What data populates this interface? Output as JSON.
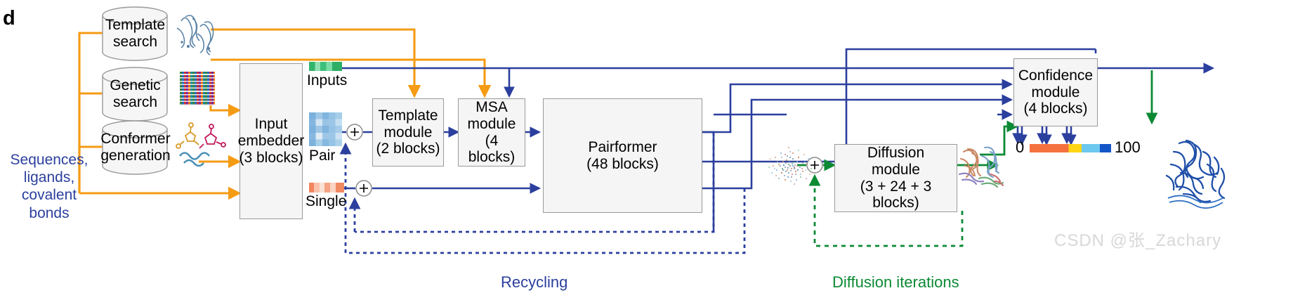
{
  "figure": {
    "panel_letter": "d",
    "watermark": "CSDN @张_Zachary"
  },
  "inputs_label": {
    "line1": "Sequences,",
    "line2": "ligands,",
    "line3": "covalent",
    "line4": "bonds",
    "color": "#2b3f9e"
  },
  "databases": [
    {
      "name": "template-search",
      "line1": "Template",
      "line2": "search"
    },
    {
      "name": "genetic-search",
      "line1": "Genetic",
      "line2": "search"
    },
    {
      "name": "conformer-generation",
      "line1": "Conformer",
      "line2": "generation"
    }
  ],
  "modules": [
    {
      "name": "input-embedder",
      "line1": "Input",
      "line2": "embedder",
      "line3": "(3 blocks)"
    },
    {
      "name": "template-module",
      "line1": "Template",
      "line2": "module",
      "line3": "(2 blocks)"
    },
    {
      "name": "msa-module",
      "line1": "MSA",
      "line2": "module",
      "line3": "(4 blocks)"
    },
    {
      "name": "pairformer",
      "line1": "Pairformer",
      "line2": "(48 blocks)",
      "line3": ""
    },
    {
      "name": "diffusion-module",
      "line1": "Diffusion",
      "line2": "module",
      "line3": "(3 + 24 + 3 blocks)"
    },
    {
      "name": "confidence-module",
      "line1": "Confidence",
      "line2": "module",
      "line3": "(4 blocks)"
    }
  ],
  "tensors": [
    {
      "name": "inputs-tensor",
      "label": "Inputs"
    },
    {
      "name": "pair-tensor",
      "label": "Pair"
    },
    {
      "name": "single-tensor",
      "label": "Single"
    }
  ],
  "loops": [
    {
      "name": "recycling-label",
      "label": "Recycling",
      "color": "#2b3f9e"
    },
    {
      "name": "diffusion-iterations-label",
      "label": "Diffusion iterations",
      "color": "#0b8a33"
    }
  ],
  "colorbar": {
    "min_label": "0",
    "max_label": "100",
    "stops": [
      "#f4713f",
      "#f4713f",
      "#fdd515",
      "#6cc8ef",
      "#1356c8"
    ]
  },
  "palette": {
    "orange_arrow": "#f59b14",
    "blue_arrow": "#2b3f9e",
    "green_arrow": "#0b8a33",
    "box_fill": "#f5f5f5",
    "box_stroke": "#9a9a9a"
  },
  "chart_data": {
    "type": "diagram",
    "title": "AlphaFold 3 model architecture",
    "nodes": [
      "Template search",
      "Genetic search",
      "Conformer generation",
      "Input embedder (3 blocks)",
      "Template module (2 blocks)",
      "MSA module (4 blocks)",
      "Pairformer (48 blocks)",
      "Diffusion module (3 + 24 + 3 blocks)",
      "Confidence module (4 blocks)"
    ],
    "edges": [
      "Sequences, ligands, covalent bonds -> Template search",
      "Sequences, ligands, covalent bonds -> Genetic search",
      "Sequences, ligands, covalent bonds -> Conformer generation",
      "Sequences, ligands, covalent bonds -> Input embedder",
      "Template search -> Template module",
      "Genetic search -> Input embedder",
      "Genetic search -> MSA module",
      "Conformer generation -> Input embedder",
      "Input embedder -> Inputs / Pair / Single",
      "Pair -> (+) -> Template module -> MSA module -> Pairformer",
      "Single -> (+) -> Pairformer",
      "Pairformer -> Diffusion module",
      "Pairformer -> Confidence module",
      "noise -> (+) -> Diffusion module -> structure",
      "Diffusion module -> Confidence module",
      "Recycling: Pairformer -> Pair / Single",
      "Diffusion iterations: Diffusion module -> (+)"
    ]
  }
}
